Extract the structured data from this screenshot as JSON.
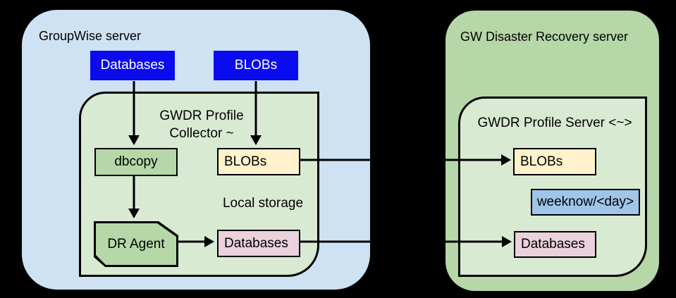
{
  "colors": {
    "background": "#000000",
    "gw_fill": "#cfe2f3",
    "dr_fill": "#b6d7a8",
    "inner_fill": "#d9ead3",
    "process_fill": "#b6d7a8",
    "blob_fill": "#fff2cc",
    "db_fill": "#ead1dc",
    "week_fill": "#9fc5e8",
    "source_fill": "#0b0bf0",
    "source_text": "#ffffff",
    "line": "#000000"
  },
  "gw_server": {
    "title": "GroupWise server",
    "source_boxes": {
      "databases": "Databases",
      "blobs": "BLOBs"
    },
    "collector": {
      "title_line1": "GWDR Profile",
      "title_line2": "Collector ~",
      "dbcopy": "dbcopy",
      "blobs": "BLOBs",
      "local_storage": "Local storage",
      "dr_agent": "DR Agent",
      "databases": "Databases"
    }
  },
  "dr_server": {
    "title": "GW Disaster Recovery server",
    "profile_server": {
      "title": "GWDR Profile Server <~>",
      "blobs": "BLOBs",
      "week_folder": "weeknow/<day>",
      "databases": "Databases"
    }
  }
}
